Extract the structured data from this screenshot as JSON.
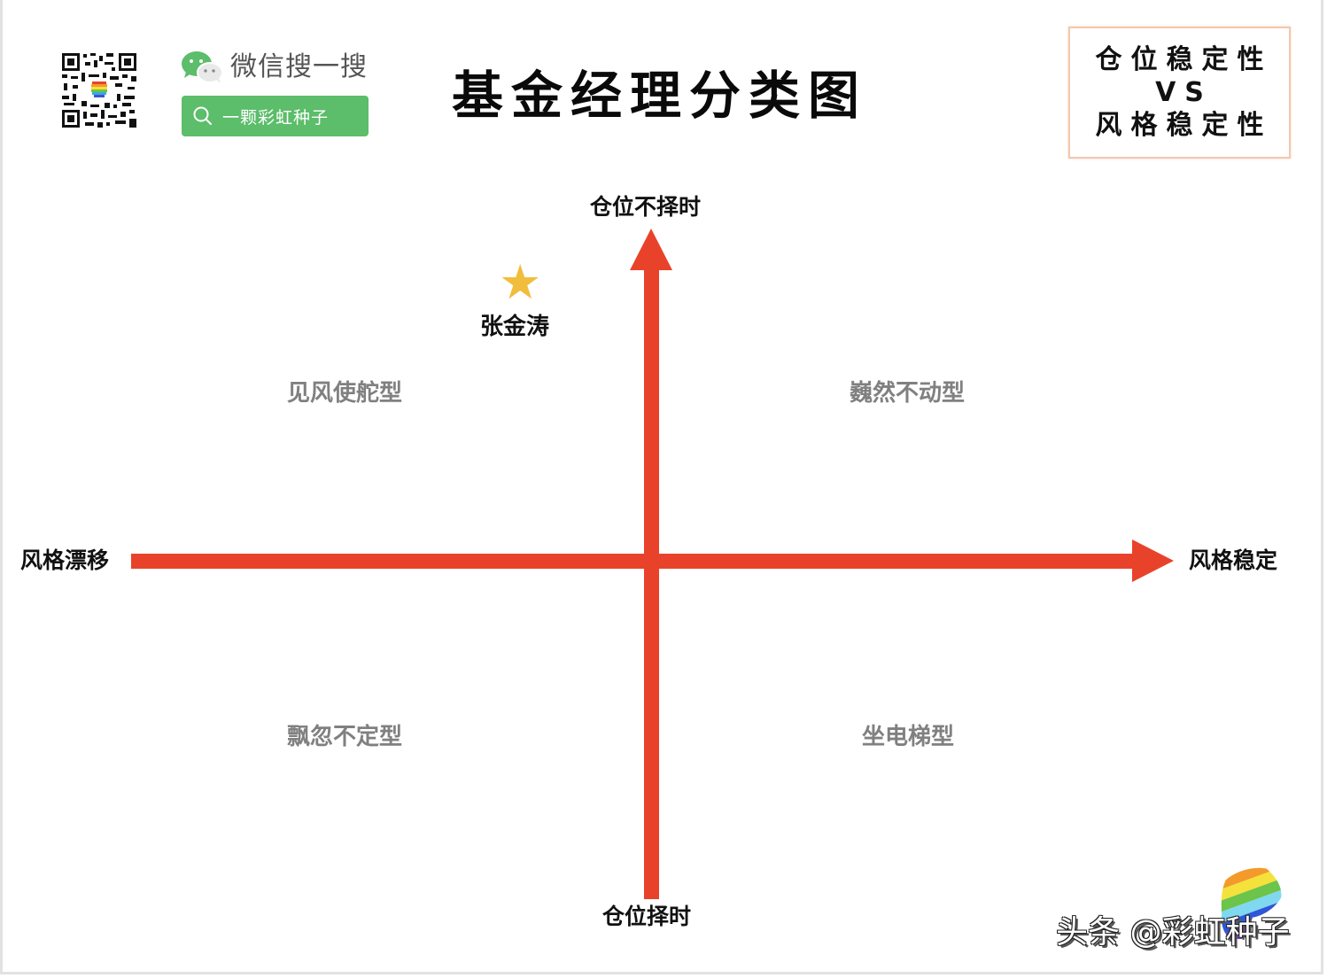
{
  "header": {
    "title": "基金经理分类图",
    "wechat": {
      "brand_label": "微信搜一搜",
      "search_query": "一颗彩虹种子",
      "icons": {
        "logo": "wechat-logo-icon",
        "search": "search-icon",
        "qr": "qr-code-icon"
      }
    },
    "comparison_box": {
      "line1": "仓位稳定性",
      "line2": "VS",
      "line3": "风格稳定性"
    }
  },
  "diagram": {
    "type": "quadrant",
    "axes": {
      "y_top": "仓位不择时",
      "y_bottom": "仓位择时",
      "x_left": "风格漂移",
      "x_right": "风格稳定"
    },
    "quadrants": {
      "top_left": "见风使舵型",
      "top_right": "巍然不动型",
      "bottom_left": "飘忽不定型",
      "bottom_right": "坐电梯型"
    },
    "points": [
      {
        "label": "张金涛",
        "marker": "star",
        "color": "#f1bd3c",
        "quadrant": "top_left"
      }
    ],
    "colors": {
      "axis": "#e8432a",
      "quadrant_text": "#808080",
      "axis_text": "#111111"
    }
  },
  "footer": {
    "watermark": "头条 @彩虹种子",
    "mascot_icon": "rainbow-seed-icon"
  }
}
